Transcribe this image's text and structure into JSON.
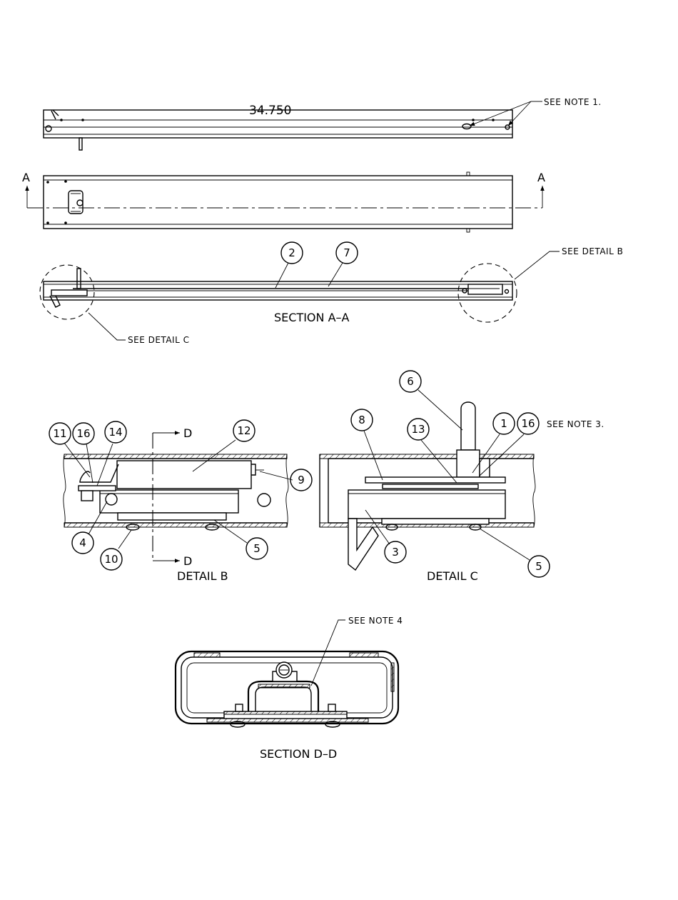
{
  "dimension": "34.750",
  "section_markers": {
    "a_left": "A",
    "a_right": "A",
    "d_top": "D",
    "d_bottom": "D"
  },
  "notes": {
    "note1": "SEE NOTE 1.",
    "detail_b": "SEE DETAIL  B",
    "detail_c": "SEE DETAIL  C",
    "note3": "SEE NOTE 3.",
    "note4": "SEE NOTE 4"
  },
  "view_titles": {
    "section_aa": "SECTION   A–A",
    "detail_b": "DETAIL   B",
    "detail_c": "DETAIL   C",
    "section_dd": "SECTION   D–D"
  },
  "balloons": {
    "sa_2": "2",
    "sa_7": "7",
    "b_11": "11",
    "b_16": "16",
    "b_14": "14",
    "b_12": "12",
    "b_9": "9",
    "b_4": "4",
    "b_10": "10",
    "b_5": "5",
    "c_8": "8",
    "c_13": "13",
    "c_6": "6",
    "c_1": "1",
    "c_16": "16",
    "c_3": "3",
    "c_5": "5"
  }
}
